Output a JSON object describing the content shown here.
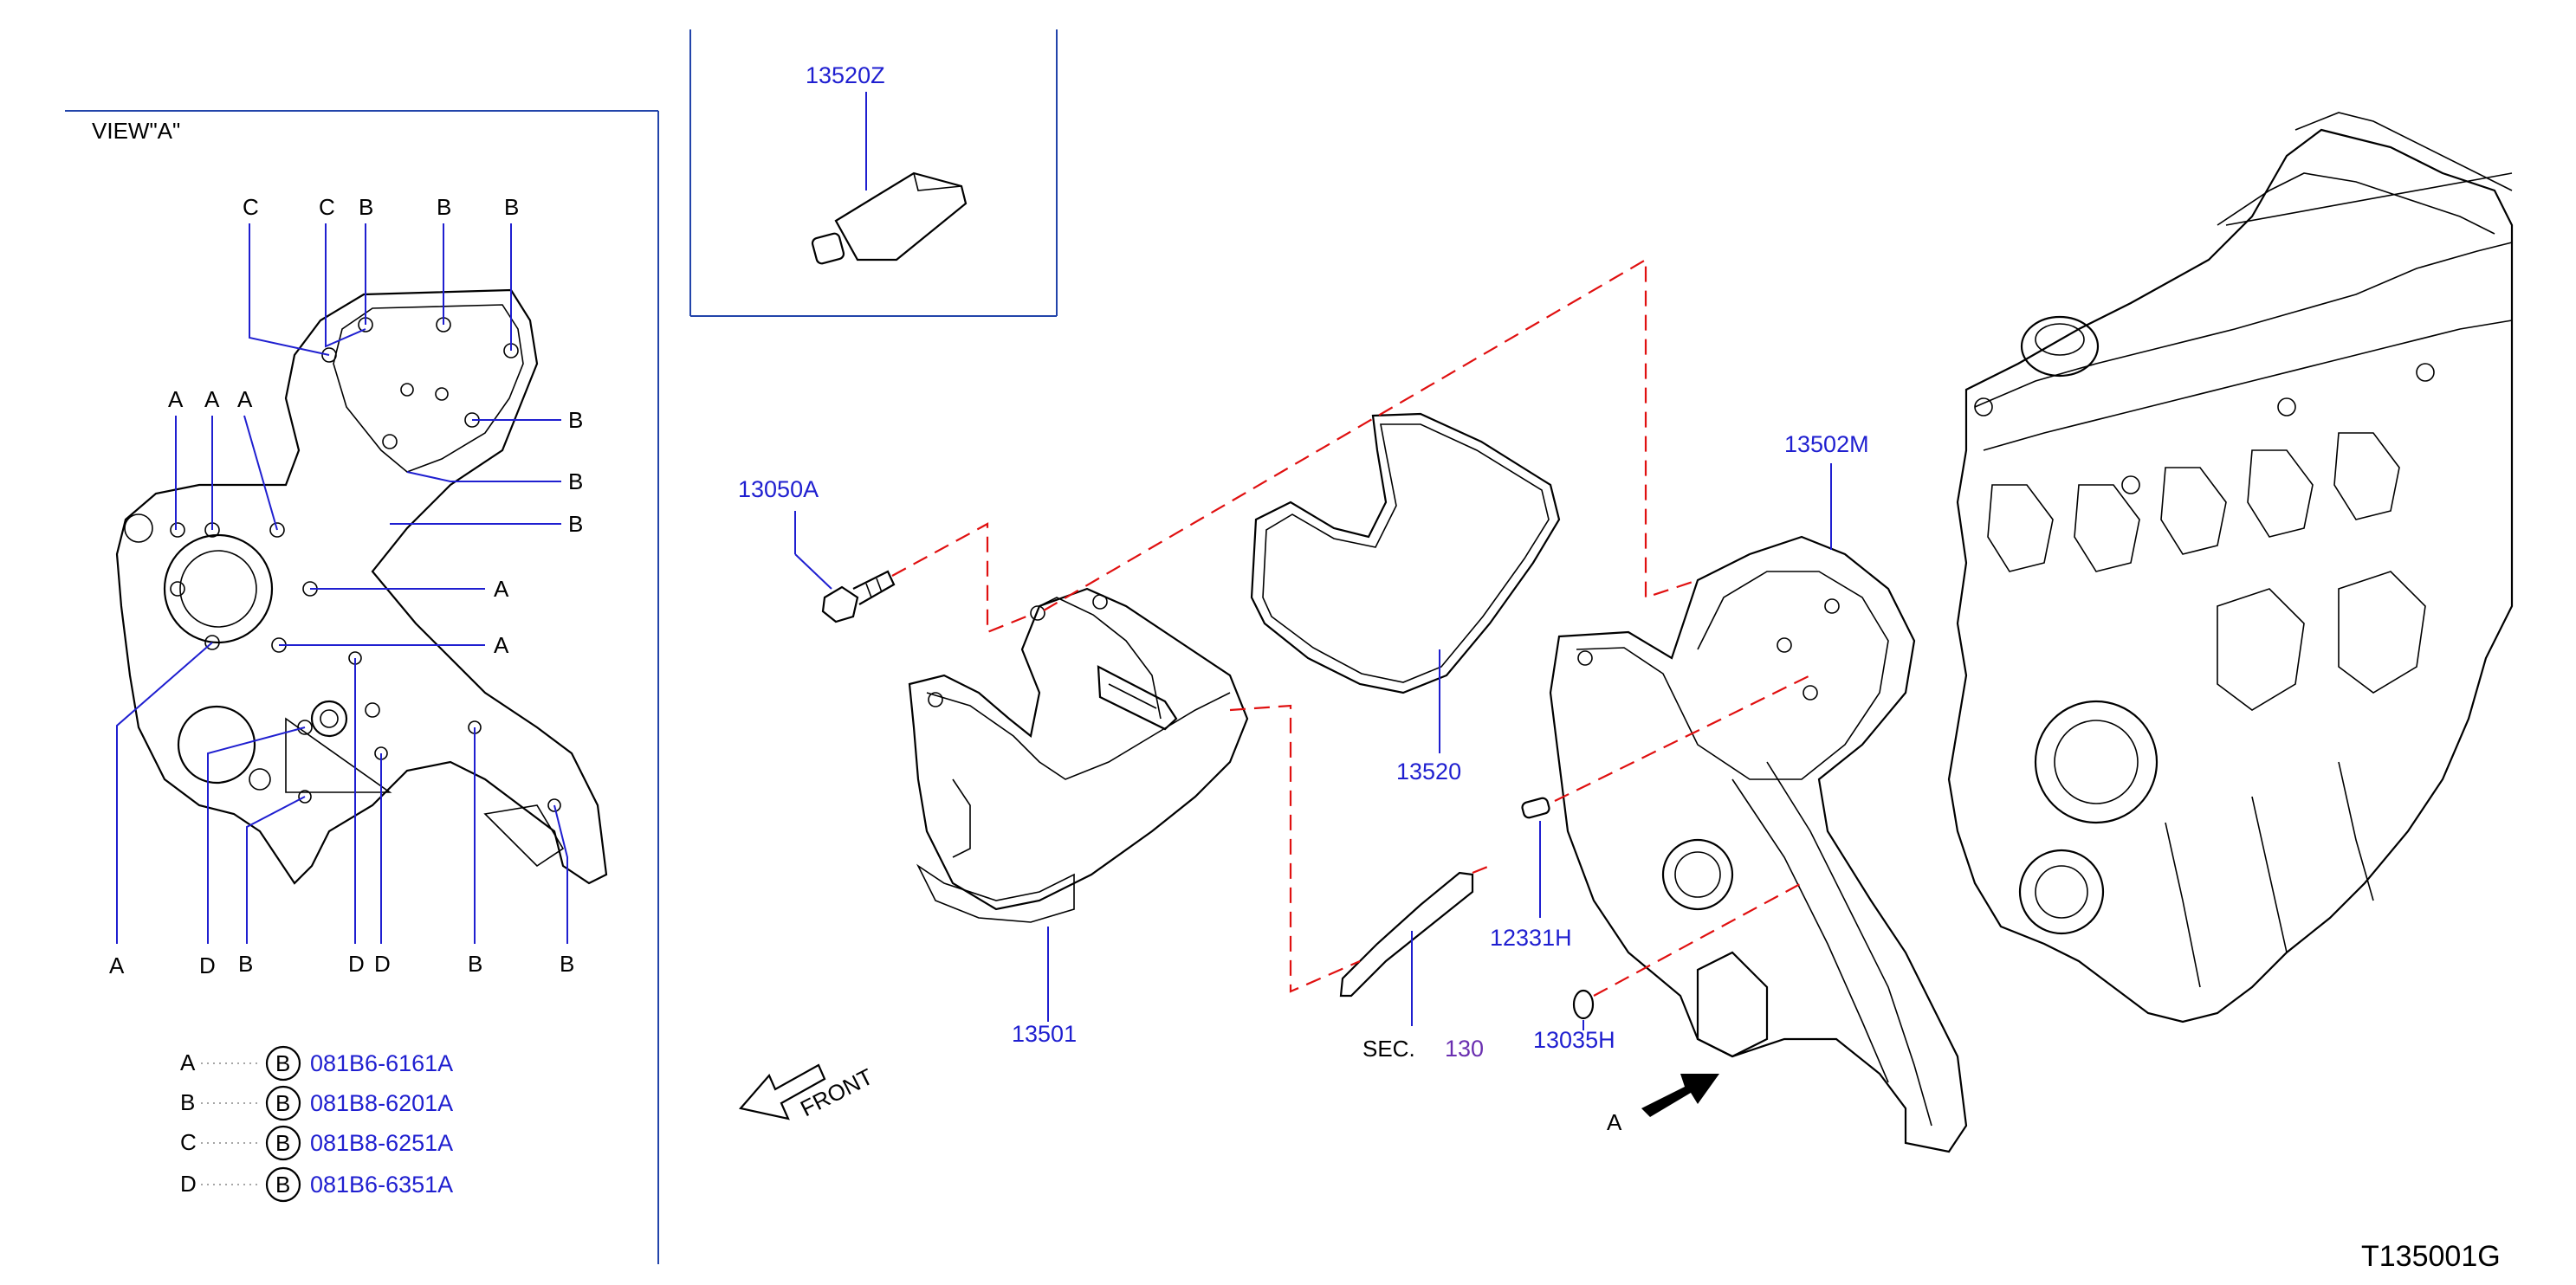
{
  "diagram_id": "T135001G",
  "view_title": "VIEW\"A\"",
  "view_letters": {
    "c1": "C",
    "c2": "C",
    "b1": "B",
    "b2": "B",
    "b3": "B",
    "a1": "A",
    "a2": "A",
    "a3": "A",
    "b4": "B",
    "b5": "B",
    "b6": "B",
    "a4": "A",
    "a5": "A",
    "bot_a": "A",
    "bot_d1": "D",
    "bot_b1": "B",
    "bot_d2": "D",
    "bot_d3": "D",
    "bot_b2": "B",
    "bot_b3": "B"
  },
  "legend": [
    {
      "letter": "A",
      "circle": "B",
      "part": "081B6-6161A"
    },
    {
      "letter": "B",
      "circle": "B",
      "part": "081B8-6201A"
    },
    {
      "letter": "C",
      "circle": "B",
      "part": "081B8-6251A"
    },
    {
      "letter": "D",
      "circle": "B",
      "part": "081B6-6351A"
    }
  ],
  "parts": {
    "sealant": "13520Z",
    "bolt": "13050A",
    "front_cover": "13501",
    "gasket": "13520",
    "rear_cover": "13502M",
    "pin": "12331H",
    "washer": "13035H",
    "sec_label": "SEC.",
    "sec_number": "130"
  },
  "front_label": "FRONT",
  "arrow_label": "A",
  "colors": {
    "part_link": "#1f1fd0",
    "section_link": "#6a2fb0",
    "dashed_guide": "#e01010",
    "frame": "#2244aa"
  }
}
